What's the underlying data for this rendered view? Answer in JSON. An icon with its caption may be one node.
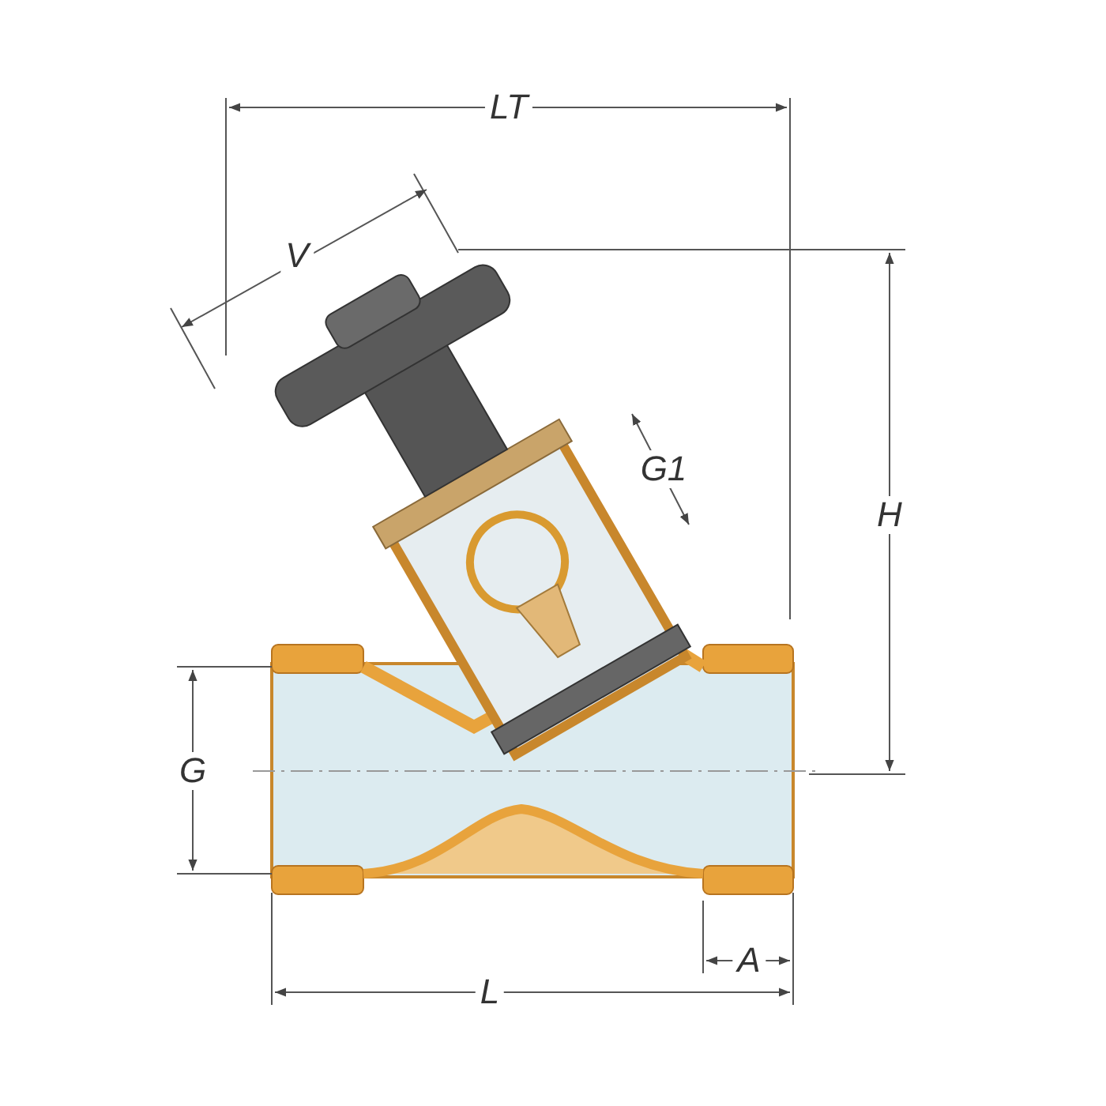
{
  "diagram": {
    "labels": [
      "LT",
      "V",
      "G1",
      "H",
      "G",
      "L",
      "A"
    ]
  }
}
